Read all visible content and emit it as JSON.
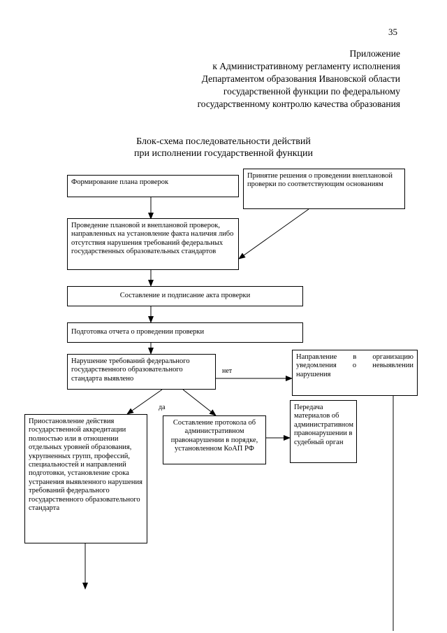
{
  "page": {
    "number": "35"
  },
  "appendix": {
    "lines": [
      "Приложение",
      "к Административному регламенту исполнения",
      "Департаментом образования Ивановской области",
      "государственной функции по федеральному",
      "государственному контролю качества образования"
    ]
  },
  "title": {
    "line1": "Блок-схема последовательности действий",
    "line2": "при исполнении государственной функции"
  },
  "flowchart": {
    "plan": "Формирование плана проверок",
    "unscheduled_decision": "Принятие решения о проведении внеплановой проверки по соответствующим основаниям",
    "conduct": "Проведение плановой  и внеплановой проверок,   направленных на установление факта наличия либо  отсутствия нарушения требований федеральных государственных образовательных стандартов",
    "act": "Составление и подписание акта проверки",
    "report": "Подготовка отчета о проведении проверки",
    "violation_question": "Нарушение требований федерального государственного образовательного стандарта выявлено",
    "label_no": "нет",
    "label_yes": "да",
    "notify_no_violation": "Направление в организацию уведомления о невыявлении нарушения",
    "suspend_accreditation": "Приостановление действия государственной аккредитации полностью или в отношении отдельных уровней образования,  укрупненных групп, профессий, специальностей и направлений подготовки, установление срока устранения выявленного нарушения требований федерального государственного образовательного стандарта",
    "protocol": "Составление протокола об административном правонарушении в порядке, установленном КоАП РФ",
    "court_transfer": "Передача материалов об административном правонарушении в судебный орган"
  }
}
